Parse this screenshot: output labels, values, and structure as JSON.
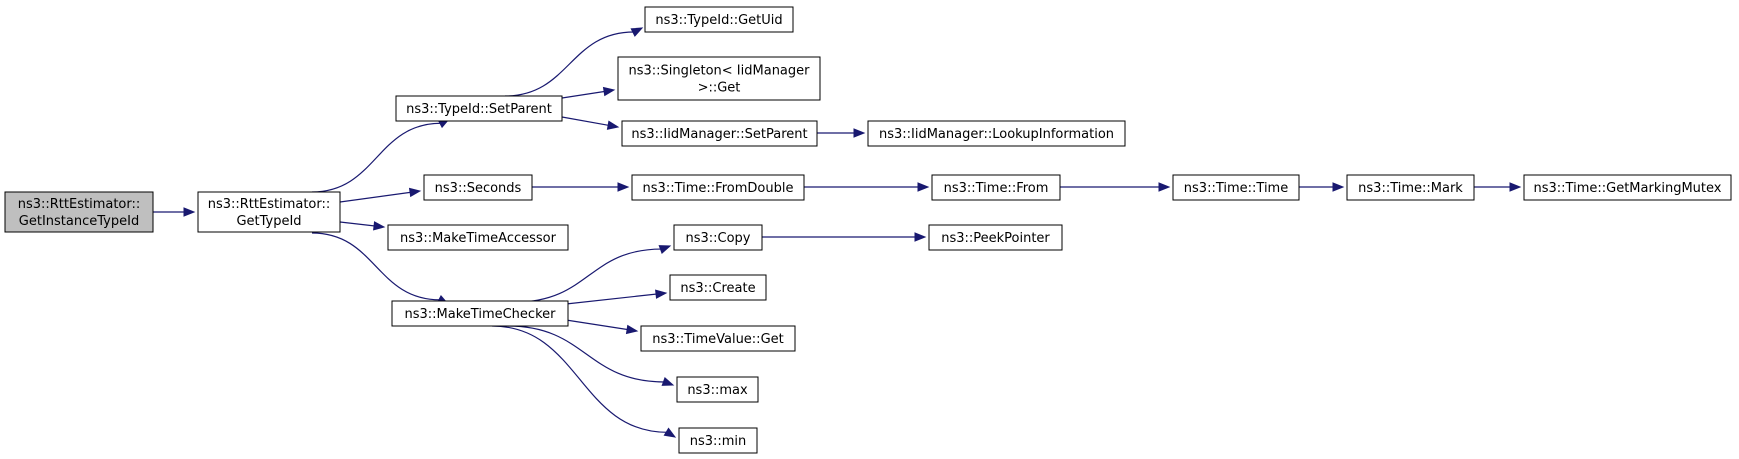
{
  "colors": {
    "edge": "#191970",
    "root_fill": "#bfbfbf",
    "node_fill": "#ffffff",
    "node_border": "#000000"
  },
  "nodes": [
    {
      "id": "n0",
      "name": "node-rttestimator-getinstancetypeid",
      "lines": [
        "ns3::RttEstimator::",
        "GetInstanceTypeId"
      ],
      "root": true
    },
    {
      "id": "n1",
      "name": "node-rttestimator-gettypeid",
      "lines": [
        "ns3::RttEstimator::",
        "GetTypeId"
      ]
    },
    {
      "id": "n2",
      "name": "node-typeid-setparent",
      "lines": [
        "ns3::TypeId::SetParent"
      ]
    },
    {
      "id": "n3",
      "name": "node-seconds",
      "lines": [
        "ns3::Seconds"
      ]
    },
    {
      "id": "n4",
      "name": "node-maketimeaccessor",
      "lines": [
        "ns3::MakeTimeAccessor"
      ]
    },
    {
      "id": "n5",
      "name": "node-maketimechecker",
      "lines": [
        "ns3::MakeTimeChecker"
      ]
    },
    {
      "id": "n6",
      "name": "node-typeid-getuid",
      "lines": [
        "ns3::TypeId::GetUid"
      ]
    },
    {
      "id": "n7",
      "name": "node-singleton-iidmanager-get",
      "lines": [
        "ns3::Singleton< IidManager",
        ">::Get"
      ]
    },
    {
      "id": "n8",
      "name": "node-iidmanager-setparent",
      "lines": [
        "ns3::IidManager::SetParent"
      ]
    },
    {
      "id": "n9",
      "name": "node-iidmanager-lookupinformation",
      "lines": [
        "ns3::IidManager::LookupInformation"
      ]
    },
    {
      "id": "n10",
      "name": "node-time-fromdouble",
      "lines": [
        "ns3::Time::FromDouble"
      ]
    },
    {
      "id": "n11",
      "name": "node-time-from",
      "lines": [
        "ns3::Time::From"
      ]
    },
    {
      "id": "n12",
      "name": "node-time-time",
      "lines": [
        "ns3::Time::Time"
      ]
    },
    {
      "id": "n13",
      "name": "node-time-mark",
      "lines": [
        "ns3::Time::Mark"
      ]
    },
    {
      "id": "n14",
      "name": "node-time-getmarkingmutex",
      "lines": [
        "ns3::Time::GetMarkingMutex"
      ]
    },
    {
      "id": "n15",
      "name": "node-copy",
      "lines": [
        "ns3::Copy"
      ]
    },
    {
      "id": "n16",
      "name": "node-peekpointer",
      "lines": [
        "ns3::PeekPointer"
      ]
    },
    {
      "id": "n17",
      "name": "node-create",
      "lines": [
        "ns3::Create"
      ]
    },
    {
      "id": "n18",
      "name": "node-timevalue-get",
      "lines": [
        "ns3::TimeValue::Get"
      ]
    },
    {
      "id": "n19",
      "name": "node-max",
      "lines": [
        "ns3::max"
      ]
    },
    {
      "id": "n20",
      "name": "node-min",
      "lines": [
        "ns3::min"
      ]
    }
  ],
  "edges": [
    {
      "from": "n0",
      "to": "n1"
    },
    {
      "from": "n1",
      "to": "n2"
    },
    {
      "from": "n1",
      "to": "n3"
    },
    {
      "from": "n1",
      "to": "n4"
    },
    {
      "from": "n1",
      "to": "n5"
    },
    {
      "from": "n2",
      "to": "n6"
    },
    {
      "from": "n2",
      "to": "n7"
    },
    {
      "from": "n2",
      "to": "n8"
    },
    {
      "from": "n8",
      "to": "n9"
    },
    {
      "from": "n3",
      "to": "n10"
    },
    {
      "from": "n10",
      "to": "n11"
    },
    {
      "from": "n11",
      "to": "n12"
    },
    {
      "from": "n12",
      "to": "n13"
    },
    {
      "from": "n13",
      "to": "n14"
    },
    {
      "from": "n5",
      "to": "n15"
    },
    {
      "from": "n15",
      "to": "n16"
    },
    {
      "from": "n5",
      "to": "n17"
    },
    {
      "from": "n5",
      "to": "n18"
    },
    {
      "from": "n5",
      "to": "n19"
    },
    {
      "from": "n5",
      "to": "n20"
    }
  ]
}
